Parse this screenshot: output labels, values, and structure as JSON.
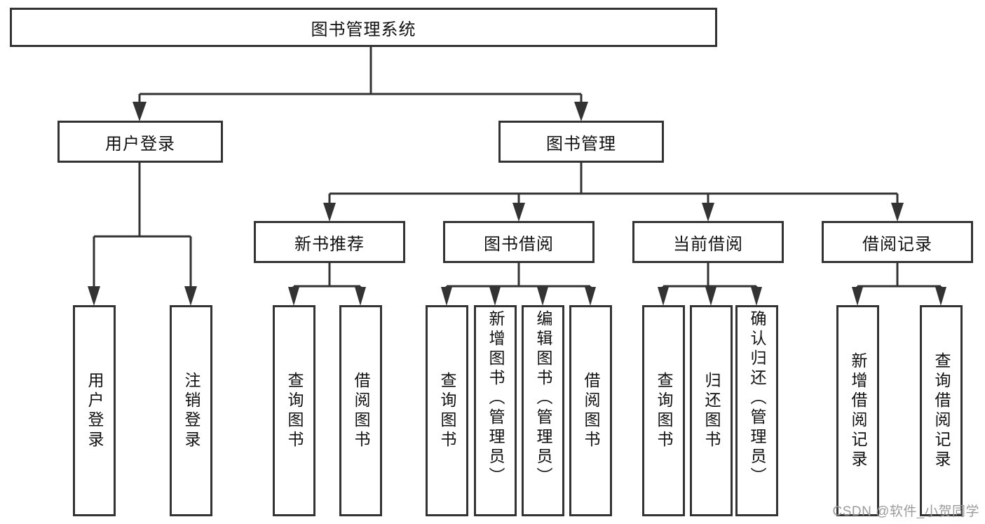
{
  "diagram": {
    "type": "tree-flowchart",
    "title_node": {
      "label": "图书管理系统"
    },
    "level2": [
      {
        "label": "用户登录"
      },
      {
        "label": "图书管理"
      }
    ],
    "level3": [
      {
        "label": "新书推荐"
      },
      {
        "label": "图书借阅"
      },
      {
        "label": "当前借阅"
      },
      {
        "label": "借阅记录"
      }
    ],
    "leaves": {
      "user_login": [
        {
          "label": "用户登录"
        },
        {
          "label": "注销登录"
        }
      ],
      "new_book_recommend": [
        {
          "label": "查询图书"
        },
        {
          "label": "借阅图书"
        }
      ],
      "book_borrow": [
        {
          "label": "查询图书"
        },
        {
          "label": "新增图书（管理员）"
        },
        {
          "label": "编辑图书（管理员）"
        },
        {
          "label": "借阅图书"
        }
      ],
      "current_borrow": [
        {
          "label": "查询图书"
        },
        {
          "label": "归还图书"
        },
        {
          "label": "确认归还（管理员）"
        }
      ],
      "borrow_record": [
        {
          "label": "新增借阅记录"
        },
        {
          "label": "查询借阅记录"
        }
      ]
    },
    "watermark": "CSDN @软件_小贺同学",
    "colors": {
      "stroke": "#333333",
      "fill": "#ffffff",
      "text": "#111111",
      "watermark": "#9b9b9b",
      "background": "#ffffff"
    }
  }
}
